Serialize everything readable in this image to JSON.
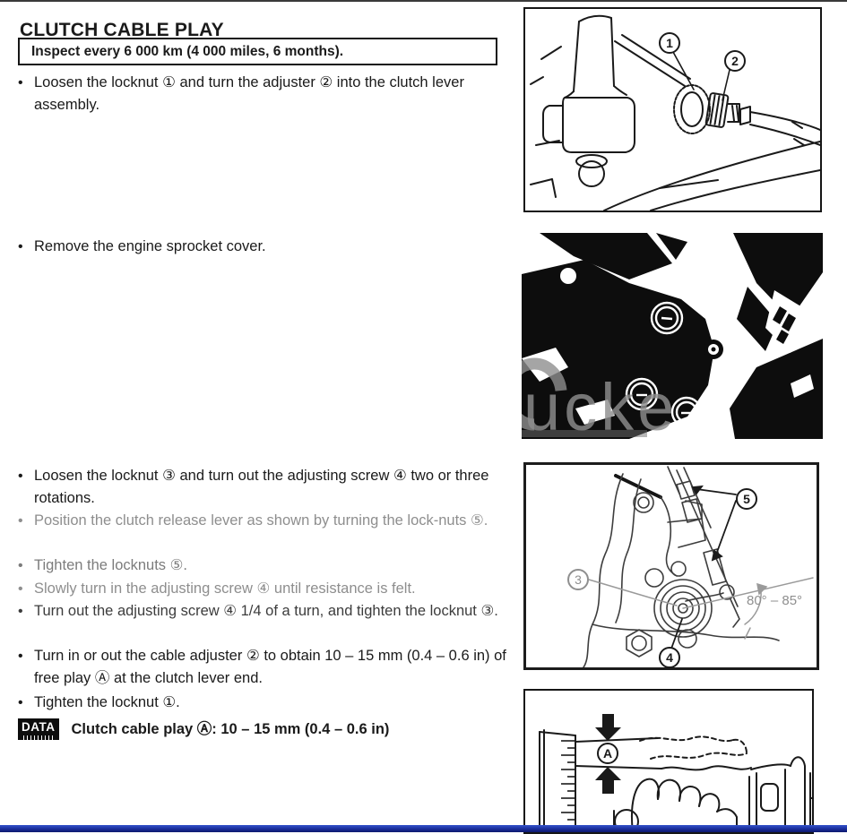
{
  "colors": {
    "text_black": "#1a1a1a",
    "text_gray": "#8e8e8e",
    "text_dim": "#3c3c3c",
    "footer_blue_top": "#3454cc",
    "footer_blue_bottom": "#0d196e",
    "watermark_gray": "#8e8e8e",
    "ink": "#161616"
  },
  "content": {
    "title": "CLUTCH CABLE PLAY",
    "inspect_note": "Inspect every 6 000 km (4 000 miles, 6 months).",
    "bullet_char": "•",
    "bullets": [
      {
        "text": "Loosen the locknut ① and turn the adjuster ② into the clutch lever assembly.",
        "tone": "black"
      },
      {
        "text": "Remove the engine sprocket cover.",
        "tone": "black"
      },
      {
        "text": "Loosen the locknut ③ and turn out the adjusting screw ④ two or three rotations.",
        "tone": "black"
      },
      {
        "text": "Position the clutch release lever as shown by turning the lock-nuts ⑤.",
        "tone": "gray"
      },
      {
        "text": "Tighten the locknuts ⑤.",
        "tone": "gray2"
      },
      {
        "text": "Slowly turn in the adjusting screw ④ until resistance is felt.",
        "tone": "gray"
      },
      {
        "text": "Turn out the adjusting screw ④ 1/4 of a turn, and tighten the locknut ③.",
        "tone": "dim"
      },
      {
        "text": "Turn in or out the cable adjuster ② to obtain 10 – 15 mm (0.4 – 0.6 in) of free play Ⓐ at the clutch lever end.",
        "tone": "black"
      },
      {
        "text": "Tighten the locknut ①.",
        "tone": "black"
      }
    ],
    "data_badge_label": "DATA",
    "data_spec": "Clutch cable play Ⓐ: 10 – 15 mm (0.4 – 0.6 in)"
  },
  "figures": {
    "fig1": {
      "callout_1": "1",
      "callout_2": "2"
    },
    "fig2": {
      "watermark": "ucke"
    },
    "fig3": {
      "callout_3": "3",
      "callout_4": "4",
      "callout_5": "5",
      "angle_label": "80° – 85°"
    },
    "fig4": {
      "callout_a": "A"
    }
  }
}
